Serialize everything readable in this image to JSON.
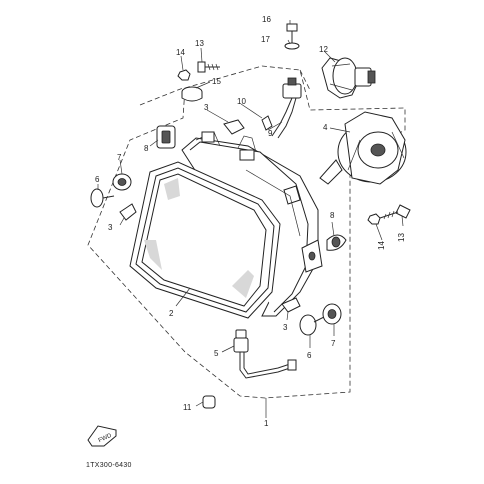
{
  "diagram": {
    "drawing_code": "1TX300-6430",
    "front_arrow_label": "FWD",
    "callouts": [
      {
        "id": "c16",
        "text": "16"
      },
      {
        "id": "c17",
        "text": "17"
      },
      {
        "id": "c12",
        "text": "12"
      },
      {
        "id": "c14a",
        "text": "14"
      },
      {
        "id": "c13a",
        "text": "13"
      },
      {
        "id": "c15",
        "text": "15"
      },
      {
        "id": "c10",
        "text": "10"
      },
      {
        "id": "c3a",
        "text": "3"
      },
      {
        "id": "c9",
        "text": "9"
      },
      {
        "id": "c4",
        "text": "4"
      },
      {
        "id": "c8a",
        "text": "8"
      },
      {
        "id": "c7a",
        "text": "7"
      },
      {
        "id": "c6a",
        "text": "6"
      },
      {
        "id": "c3b",
        "text": "3"
      },
      {
        "id": "c8b",
        "text": "8"
      },
      {
        "id": "c14b",
        "text": "14"
      },
      {
        "id": "c13b",
        "text": "13"
      },
      {
        "id": "c2",
        "text": "2"
      },
      {
        "id": "c3c",
        "text": "3"
      },
      {
        "id": "c5",
        "text": "5"
      },
      {
        "id": "c6b",
        "text": "6"
      },
      {
        "id": "c7b",
        "text": "7"
      },
      {
        "id": "c11",
        "text": "11"
      },
      {
        "id": "c1",
        "text": "1"
      }
    ]
  }
}
